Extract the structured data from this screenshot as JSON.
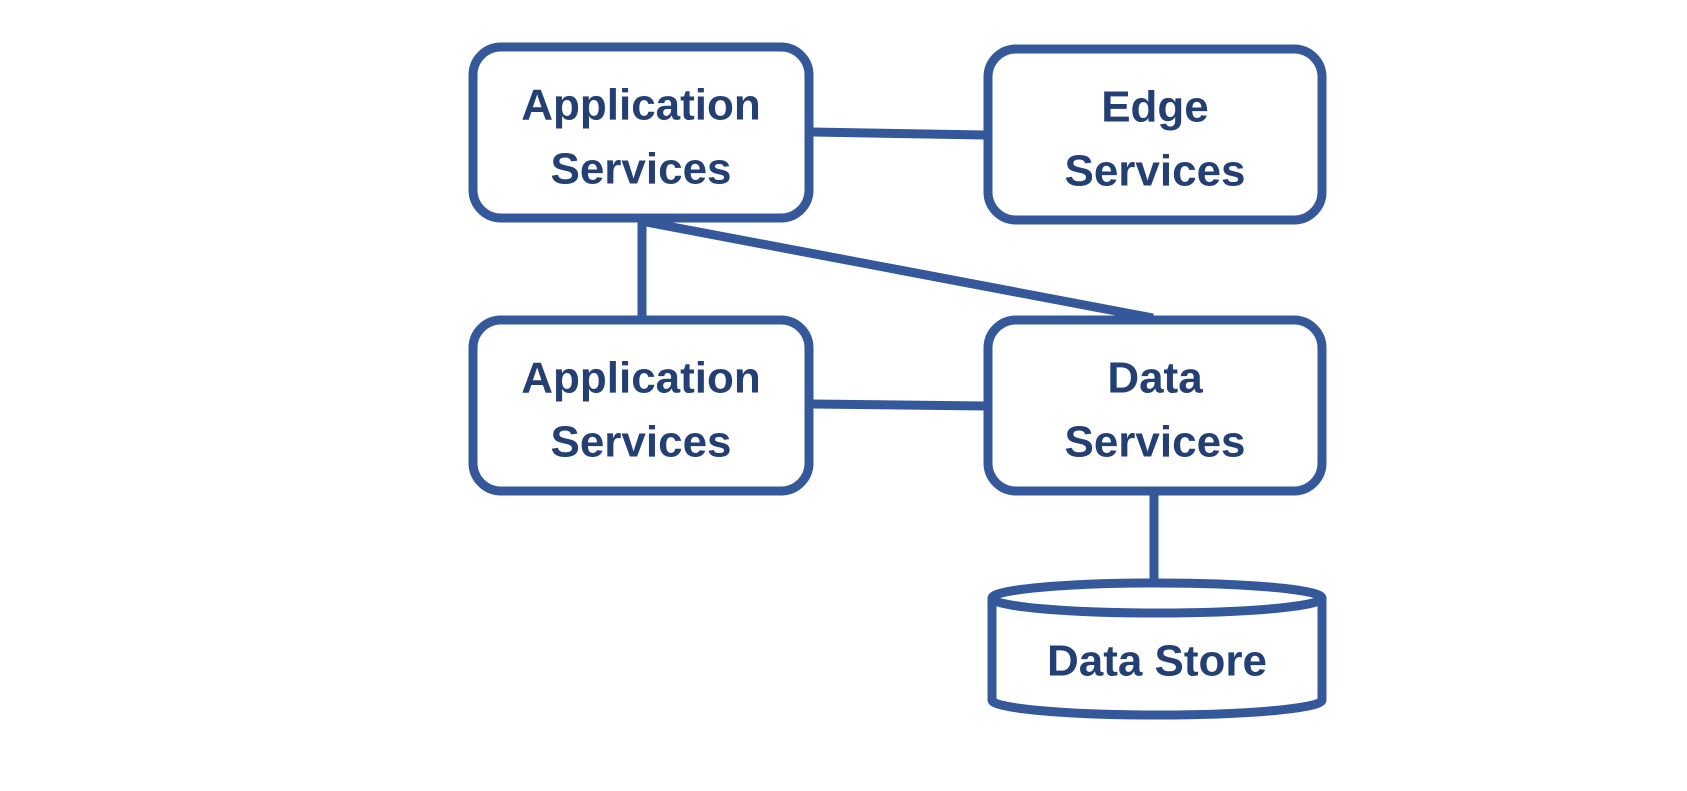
{
  "colors": {
    "stroke": "#34589A",
    "text": "#243F73",
    "background": "#FFFFFF"
  },
  "nodes": {
    "app_services_top": {
      "line1": "Application",
      "line2": "Services"
    },
    "edge_services": {
      "line1": "Edge",
      "line2": "Services"
    },
    "app_services_bottom": {
      "line1": "Application",
      "line2": "Services"
    },
    "data_services": {
      "line1": "Data",
      "line2": "Services"
    },
    "data_store": {
      "label": "Data Store"
    }
  }
}
